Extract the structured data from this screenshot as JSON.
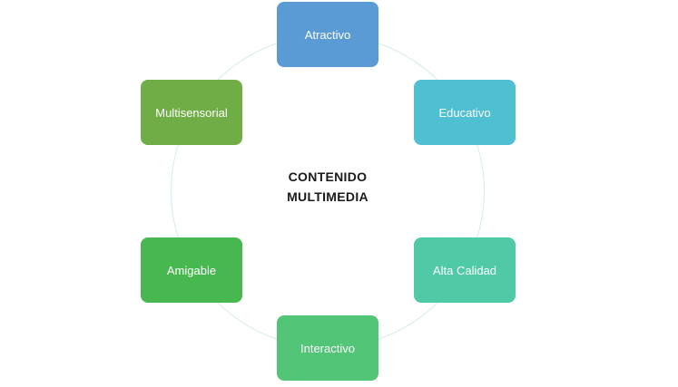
{
  "center": {
    "line1": "CONTENIDO",
    "line2": "MULTIMEDIA"
  },
  "nodes": [
    {
      "label": "Atractivo",
      "color": "#5b9bd5"
    },
    {
      "label": "Educativo",
      "color": "#4fc0d2"
    },
    {
      "label": "Alta Calidad",
      "color": "#4fc9a6"
    },
    {
      "label": "Interactivo",
      "color": "#52c576"
    },
    {
      "label": "Amigable",
      "color": "#47b84f"
    },
    {
      "label": "Multisensorial",
      "color": "#70ad47"
    }
  ],
  "ring_color": "#d6ece4"
}
